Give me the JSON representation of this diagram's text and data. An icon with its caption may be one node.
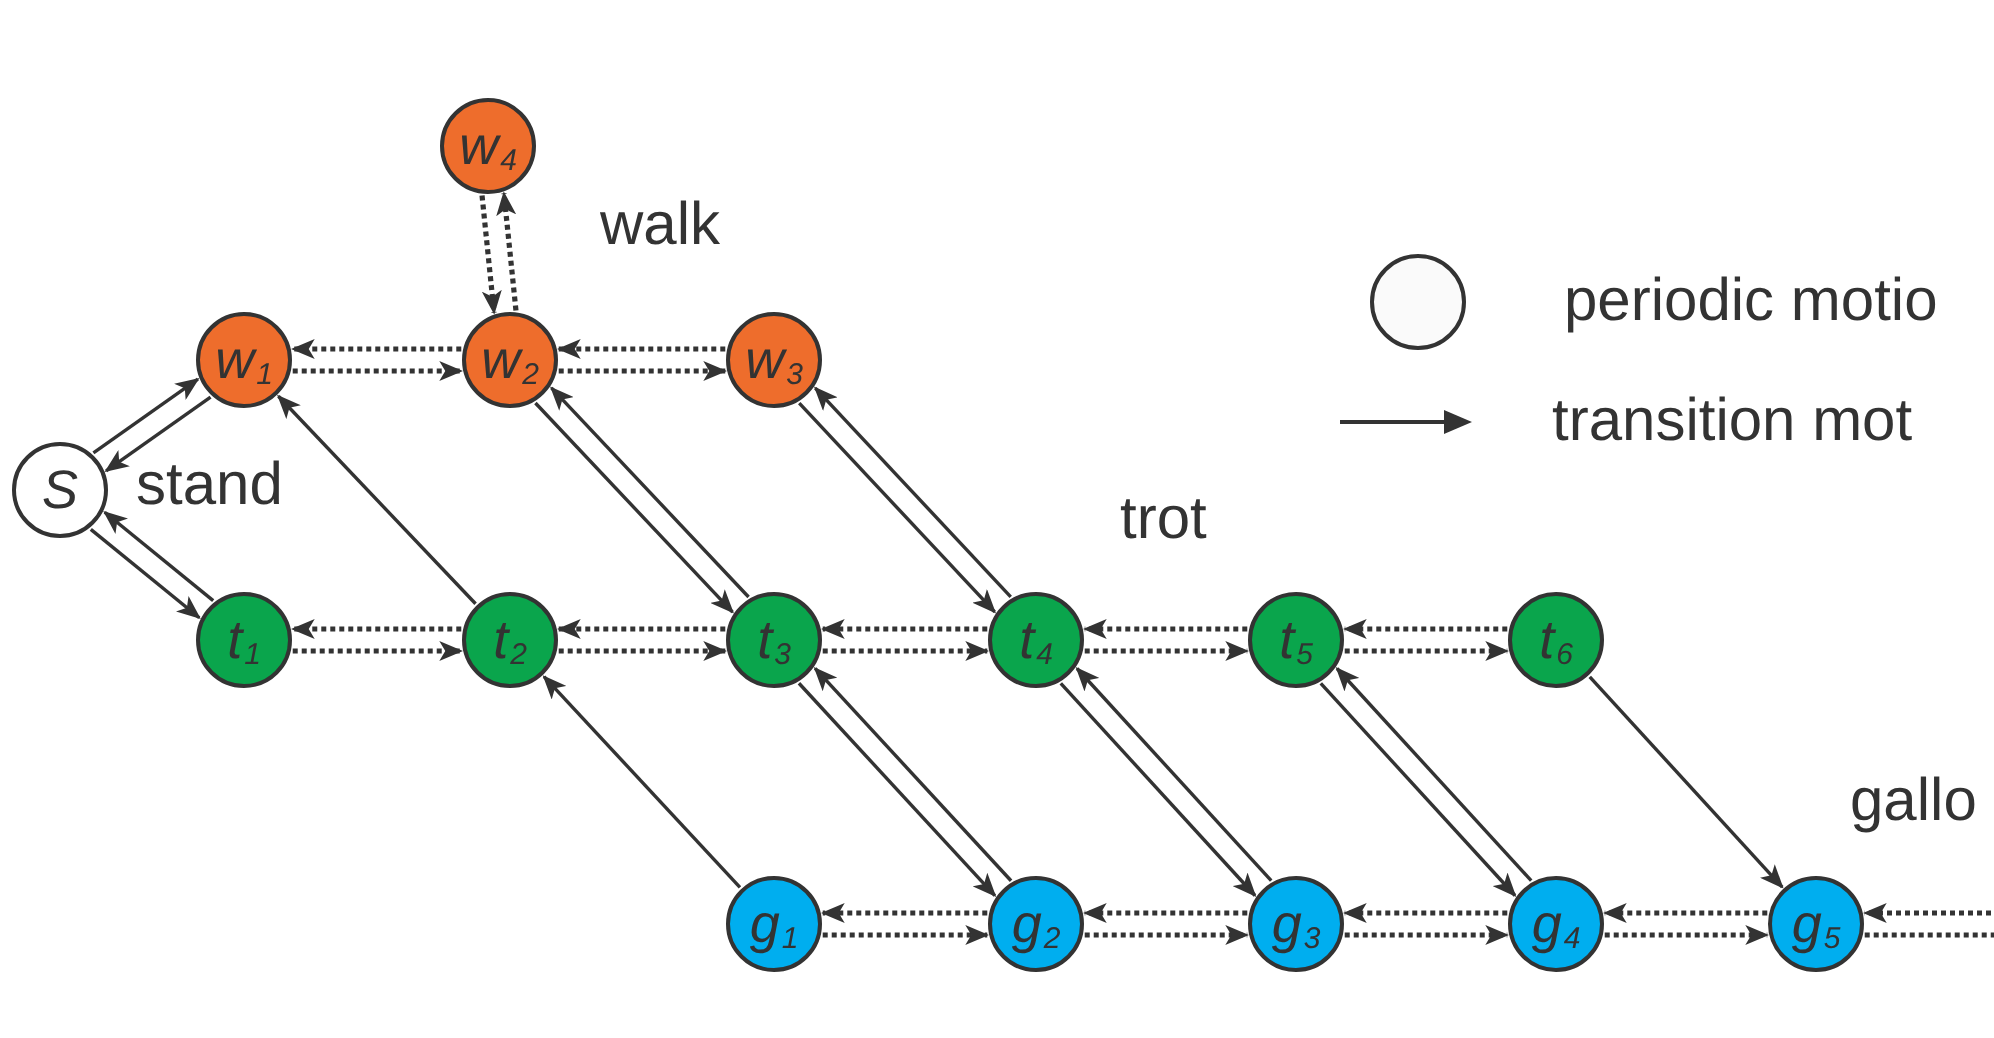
{
  "diagram": {
    "nodes": [
      {
        "text": [
          "w$_{4}$"
        ]
      },
      {
        "text": [
          "w$_{1}$"
        ]
      },
      {
        "text": [
          "w$_{2}$"
        ]
      },
      {
        "text": [
          "w$_{3}$"
        ]
      },
      {
        "text": [
          "S"
        ]
      },
      {
        "text": [
          "t$_{1}$"
        ]
      },
      {
        "text": [
          "t$_{2}$"
        ]
      },
      {
        "text": [
          "t$_{3}$"
        ]
      },
      {
        "text": [
          "t$_{4}$"
        ]
      },
      {
        "text": [
          "t$_{5}$"
        ]
      },
      {
        "text": [
          "t$_{6}$"
        ]
      },
      {
        "text": [
          "g$_{1}$"
        ]
      },
      {
        "text": [
          "g$_{2}$"
        ]
      },
      {
        "text": [
          "g$_{3}$"
        ]
      },
      {
        "text": [
          "g$_{4}$"
        ]
      },
      {
        "text": [
          "g$_{5}$"
        ]
      }
    ],
    "edges": [
      {
        "from": 0,
        "to": 2,
        "arrow": "to",
        "style": "dashed"
      },
      {
        "from": 2,
        "to": 0,
        "arrow": "to",
        "style": "dashed"
      },
      {
        "from": 2,
        "to": 1,
        "arrow": "to",
        "style": "dashed"
      },
      {
        "from": 1,
        "to": 2,
        "arrow": "to",
        "style": "dashed"
      },
      {
        "from": 3,
        "to": 2,
        "arrow": "to",
        "style": "dashed"
      },
      {
        "from": 2,
        "to": 3,
        "arrow": "to",
        "style": "dashed"
      },
      {
        "from": 4,
        "to": 1,
        "arrow": "to"
      },
      {
        "from": 1,
        "to": 4,
        "arrow": "to"
      },
      {
        "from": 4,
        "to": 5,
        "arrow": "to"
      },
      {
        "from": 5,
        "to": 4,
        "arrow": "to"
      },
      {
        "from": 6,
        "to": 1,
        "arrow": "to"
      },
      {
        "from": 2,
        "to": 7,
        "arrow": "to"
      },
      {
        "from": 7,
        "to": 2,
        "arrow": "to"
      },
      {
        "from": 3,
        "to": 8,
        "arrow": "to"
      },
      {
        "from": 8,
        "to": 3,
        "arrow": "to"
      },
      {
        "from": 6,
        "to": 5,
        "arrow": "to",
        "style": "dashed"
      },
      {
        "from": 5,
        "to": 6,
        "arrow": "to",
        "style": "dashed"
      },
      {
        "from": 7,
        "to": 6,
        "arrow": "to",
        "style": "dashed"
      },
      {
        "from": 6,
        "to": 7,
        "arrow": "to",
        "style": "dashed"
      },
      {
        "from": 8,
        "to": 7,
        "arrow": "to",
        "style": "dashed"
      },
      {
        "from": 7,
        "to": 8,
        "arrow": "to",
        "style": "dashed"
      },
      {
        "from": 9,
        "to": 8,
        "arrow": "to",
        "style": "dashed"
      },
      {
        "from": 8,
        "to": 9,
        "arrow": "to",
        "style": "dashed"
      },
      {
        "from": 10,
        "to": 9,
        "arrow": "to",
        "style": "dashed"
      },
      {
        "from": 9,
        "to": 10,
        "arrow": "to",
        "style": "dashed"
      },
      {
        "from": 11,
        "to": 6,
        "arrow": "to"
      },
      {
        "from": 7,
        "to": 12,
        "arrow": "to"
      },
      {
        "from": 12,
        "to": 7,
        "arrow": "to"
      },
      {
        "from": 8,
        "to": 13,
        "arrow": "to"
      },
      {
        "from": 13,
        "to": 8,
        "arrow": "to"
      },
      {
        "from": 9,
        "to": 14,
        "arrow": "to"
      },
      {
        "from": 14,
        "to": 9,
        "arrow": "to"
      },
      {
        "from": 10,
        "to": 15,
        "arrow": "to"
      },
      {
        "from": 12,
        "to": 11,
        "arrow": "to",
        "style": "dashed"
      },
      {
        "from": 11,
        "to": 12,
        "arrow": "to",
        "style": "dashed"
      },
      {
        "from": 13,
        "to": 12,
        "arrow": "to",
        "style": "dashed"
      },
      {
        "from": 12,
        "to": 13,
        "arrow": "to",
        "style": "dashed"
      },
      {
        "from": 14,
        "to": 13,
        "arrow": "to",
        "style": "dashed"
      },
      {
        "from": 13,
        "to": 14,
        "arrow": "to",
        "style": "dashed"
      },
      {
        "from": 15,
        "to": 14,
        "arrow": "to",
        "style": "dashed"
      },
      {
        "from": 14,
        "to": 15,
        "arrow": "to",
        "style": "dashed"
      },
      {
        "from": null,
        "to": 15,
        "arrow": "to",
        "style": "dashed"
      },
      {
        "from": 15,
        "to": null,
        "arrow": "to",
        "style": "dashed"
      }
    ],
    "labels": [
      "walk",
      "stand",
      "trot",
      "gallo"
    ],
    "legend": [
      {
        "text": "periodic motio"
      },
      {
        "text": "transition mot"
      }
    ]
  }
}
